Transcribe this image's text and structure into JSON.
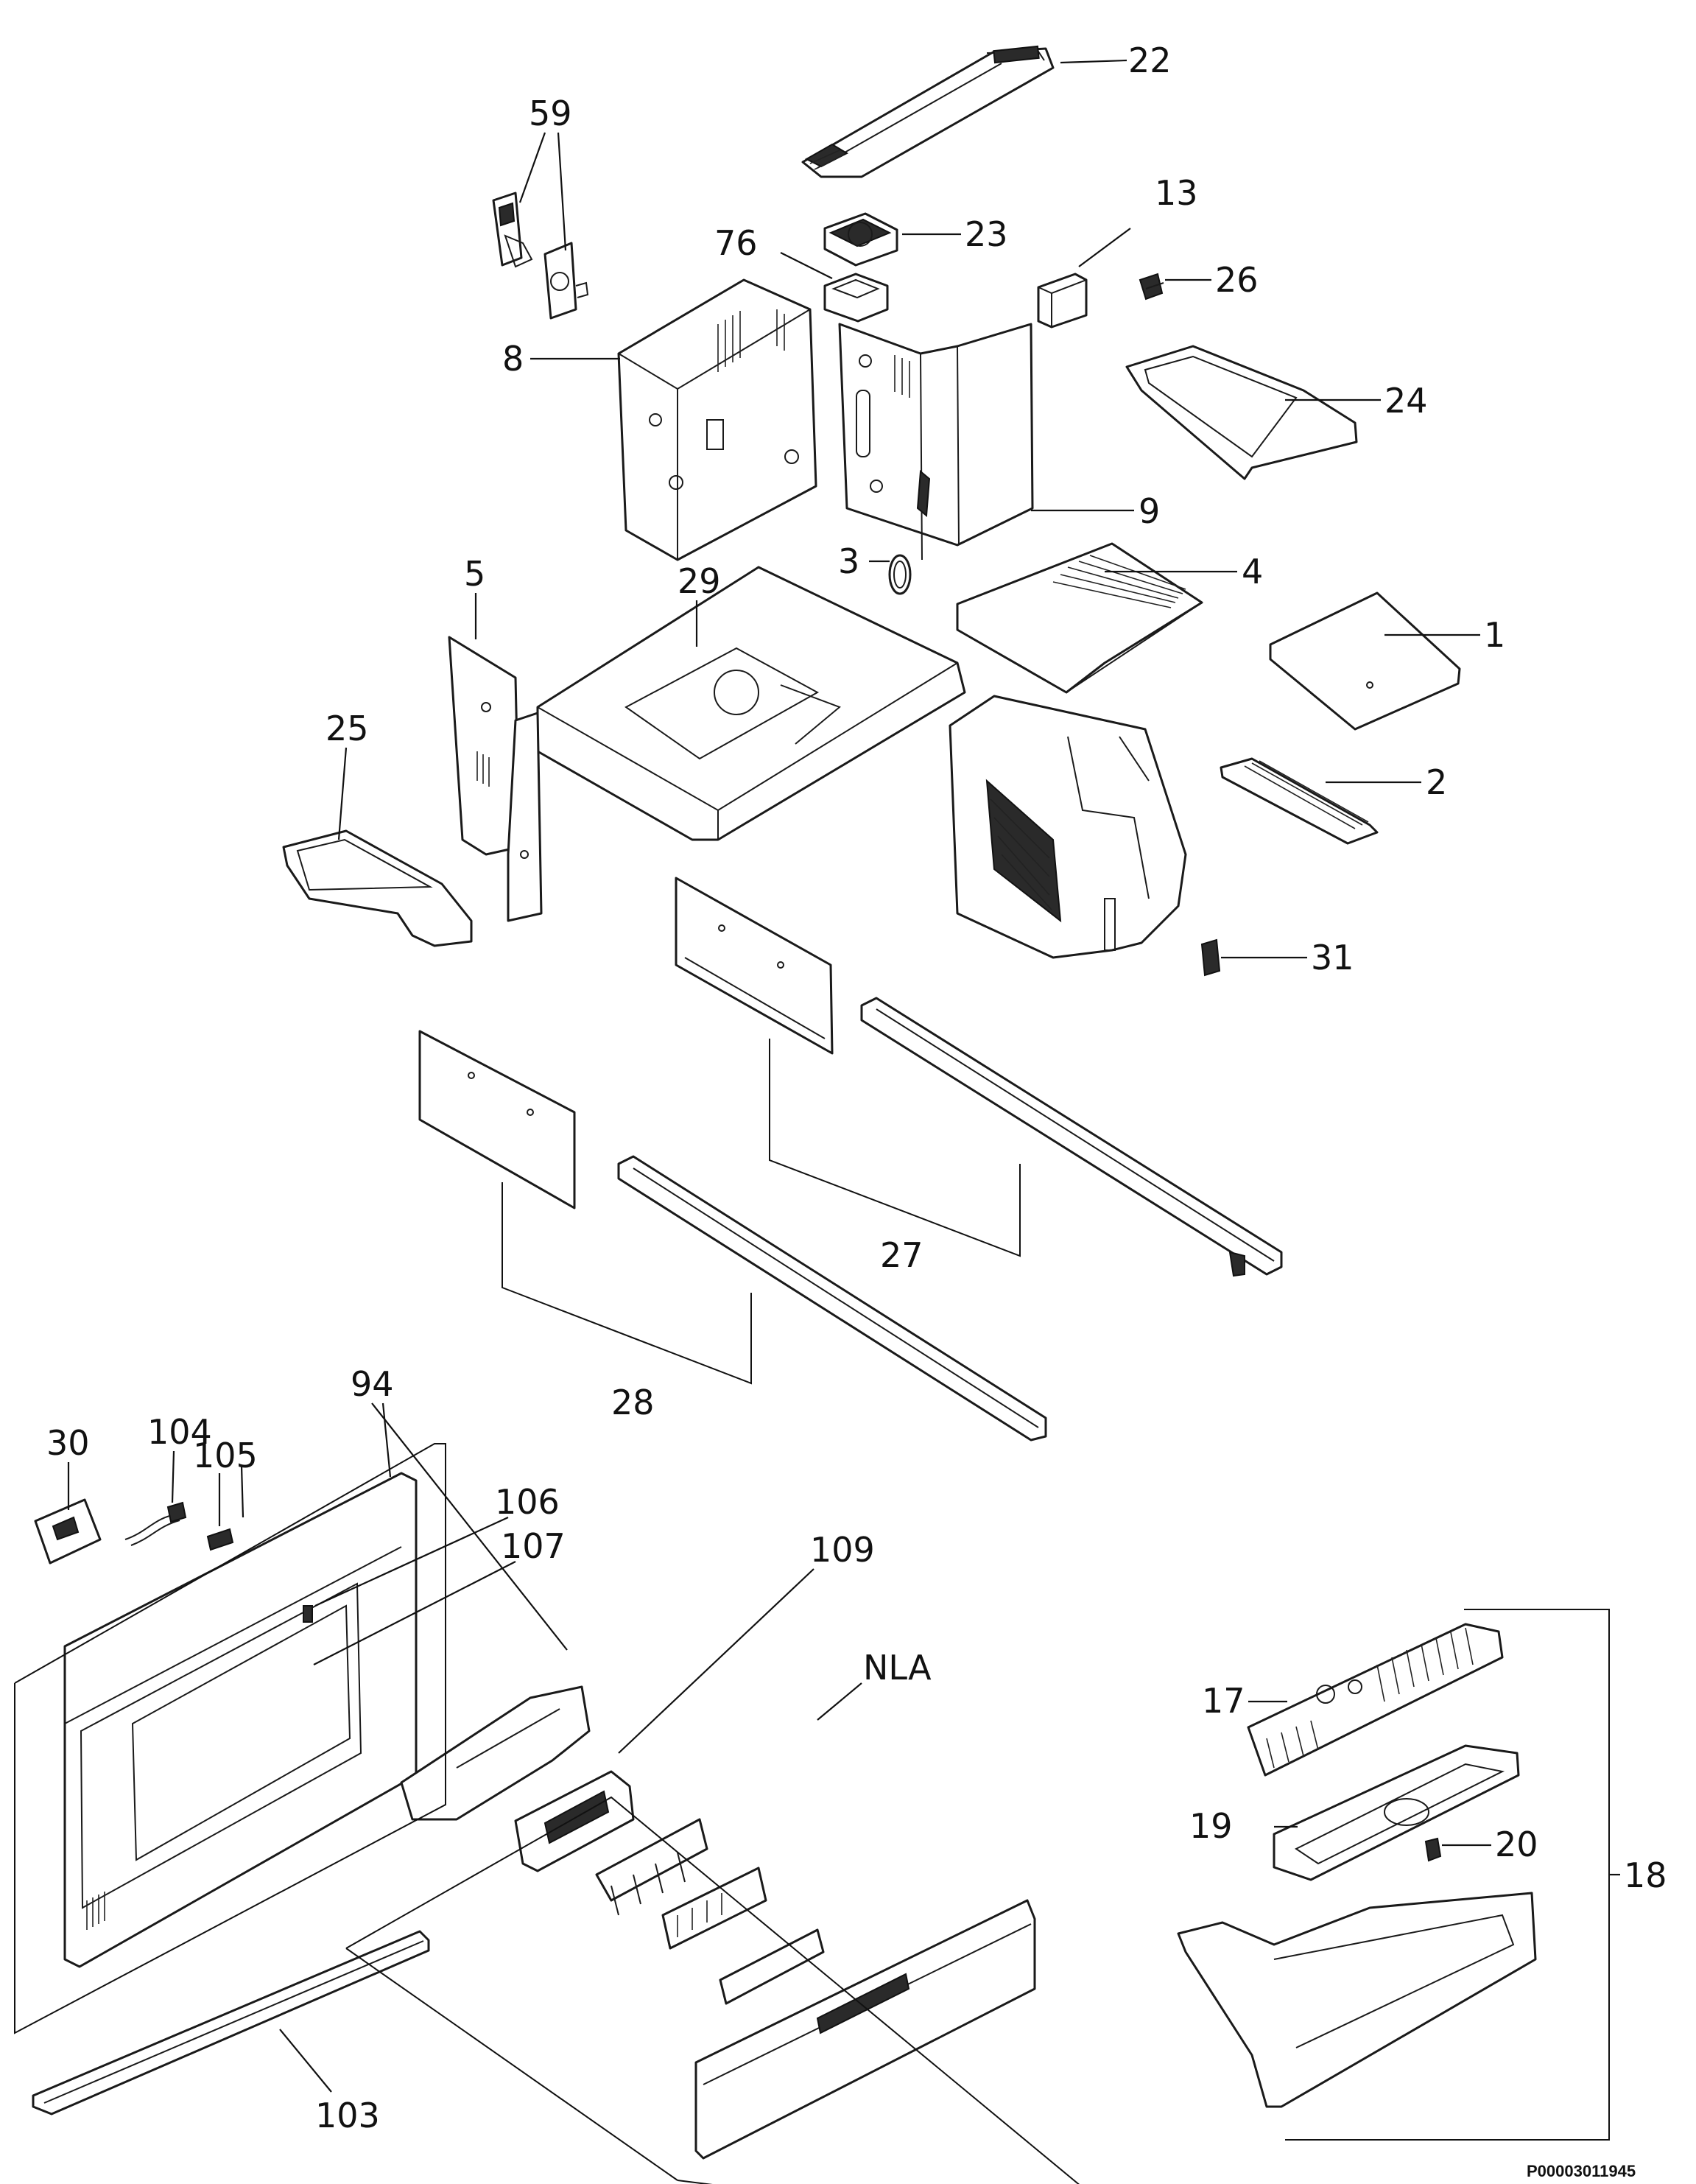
{
  "diagram": {
    "reference_code": "P00003011945",
    "parts": [
      {
        "id": "22",
        "label": "22"
      },
      {
        "id": "59",
        "label": "59"
      },
      {
        "id": "23",
        "label": "23"
      },
      {
        "id": "76",
        "label": "76"
      },
      {
        "id": "13",
        "label": "13"
      },
      {
        "id": "26",
        "label": "26"
      },
      {
        "id": "8",
        "label": "8"
      },
      {
        "id": "24",
        "label": "24"
      },
      {
        "id": "9",
        "label": "9"
      },
      {
        "id": "3",
        "label": "3"
      },
      {
        "id": "4",
        "label": "4"
      },
      {
        "id": "5",
        "label": "5"
      },
      {
        "id": "29",
        "label": "29"
      },
      {
        "id": "1",
        "label": "1"
      },
      {
        "id": "25",
        "label": "25"
      },
      {
        "id": "2",
        "label": "2"
      },
      {
        "id": "31",
        "label": "31"
      },
      {
        "id": "27",
        "label": "27"
      },
      {
        "id": "28",
        "label": "28"
      },
      {
        "id": "30",
        "label": "30"
      },
      {
        "id": "104",
        "label": "104"
      },
      {
        "id": "94",
        "label": "94"
      },
      {
        "id": "105",
        "label": "105"
      },
      {
        "id": "106",
        "label": "106"
      },
      {
        "id": "107",
        "label": "107"
      },
      {
        "id": "109",
        "label": "109"
      },
      {
        "id": "NLA",
        "label": "NLA"
      },
      {
        "id": "17",
        "label": "17"
      },
      {
        "id": "19",
        "label": "19"
      },
      {
        "id": "20",
        "label": "20"
      },
      {
        "id": "18",
        "label": "18"
      },
      {
        "id": "103",
        "label": "103"
      }
    ]
  }
}
